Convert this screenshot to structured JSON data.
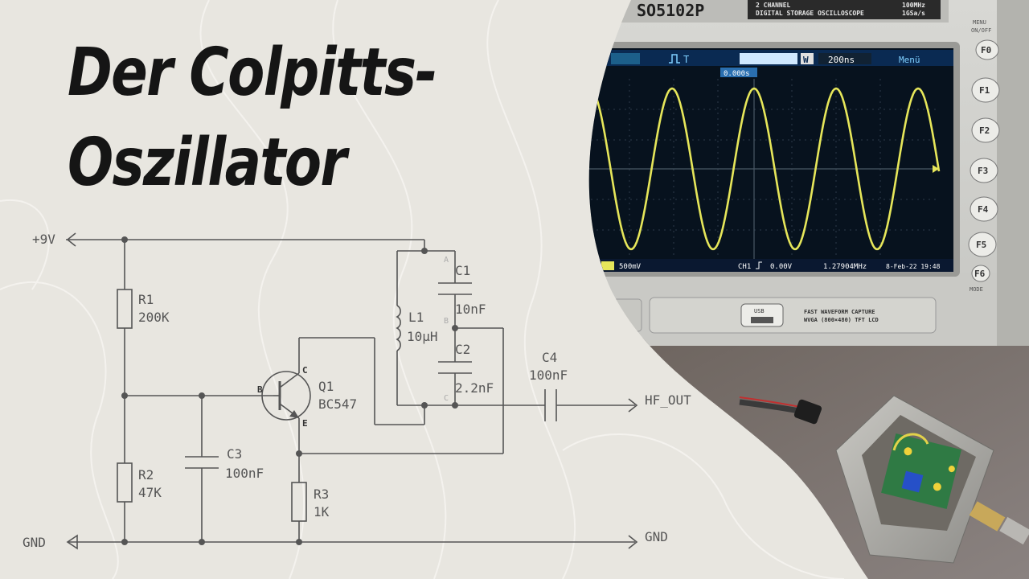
{
  "title": {
    "line1": "Der Colpitts-",
    "line2": "Oszillator"
  },
  "schematic": {
    "rails": {
      "vcc": "+9V",
      "gnd_left": "GND",
      "gnd_right": "GND",
      "output": "HF_OUT"
    },
    "components": [
      {
        "ref": "R1",
        "value": "200K"
      },
      {
        "ref": "R2",
        "value": "47K"
      },
      {
        "ref": "R3",
        "value": "1K"
      },
      {
        "ref": "C1",
        "value": "10nF"
      },
      {
        "ref": "C2",
        "value": "2.2nF"
      },
      {
        "ref": "C3",
        "value": "100nF"
      },
      {
        "ref": "C4",
        "value": "100nF"
      },
      {
        "ref": "L1",
        "value": "10µH"
      },
      {
        "ref": "Q1",
        "value": "BC547"
      }
    ],
    "pins": {
      "base": "B",
      "collector": "C",
      "emitter": "E"
    },
    "nodes": {
      "a": "A",
      "b": "B",
      "c": "C"
    }
  },
  "scope": {
    "model": "SO5102P",
    "spec_line1": "2 CHANNEL",
    "spec_line2": "DIGITAL STORAGE OSCILLOSCOPE",
    "bandwidth": "100MHz",
    "sample_rate": "1GSa/s",
    "timebase": "200ns",
    "menu": "Menü",
    "trigger_pos": "0.000s",
    "ch_volts": "500mV",
    "ch_label": "CH1",
    "trig_level": "0.00V",
    "frequency": "1.27904MHz",
    "date": "8-Feb-22 19:48",
    "usb": "USB",
    "capture_line1": "FAST WAVEFORM CAPTURE",
    "capture_line2": "WVGA (800×480) TFT LCD",
    "menu_onoff_1": "MENU",
    "menu_onoff_2": "ON/OFF",
    "mode": "MODE",
    "buttons": [
      "F0",
      "F1",
      "F2",
      "F3",
      "F4",
      "F5",
      "F6"
    ],
    "wave_color": "#e6e65a"
  },
  "colors": {
    "background": "#e8e6e0",
    "ink": "#555555",
    "title": "#151515",
    "screen": "#07121e"
  }
}
